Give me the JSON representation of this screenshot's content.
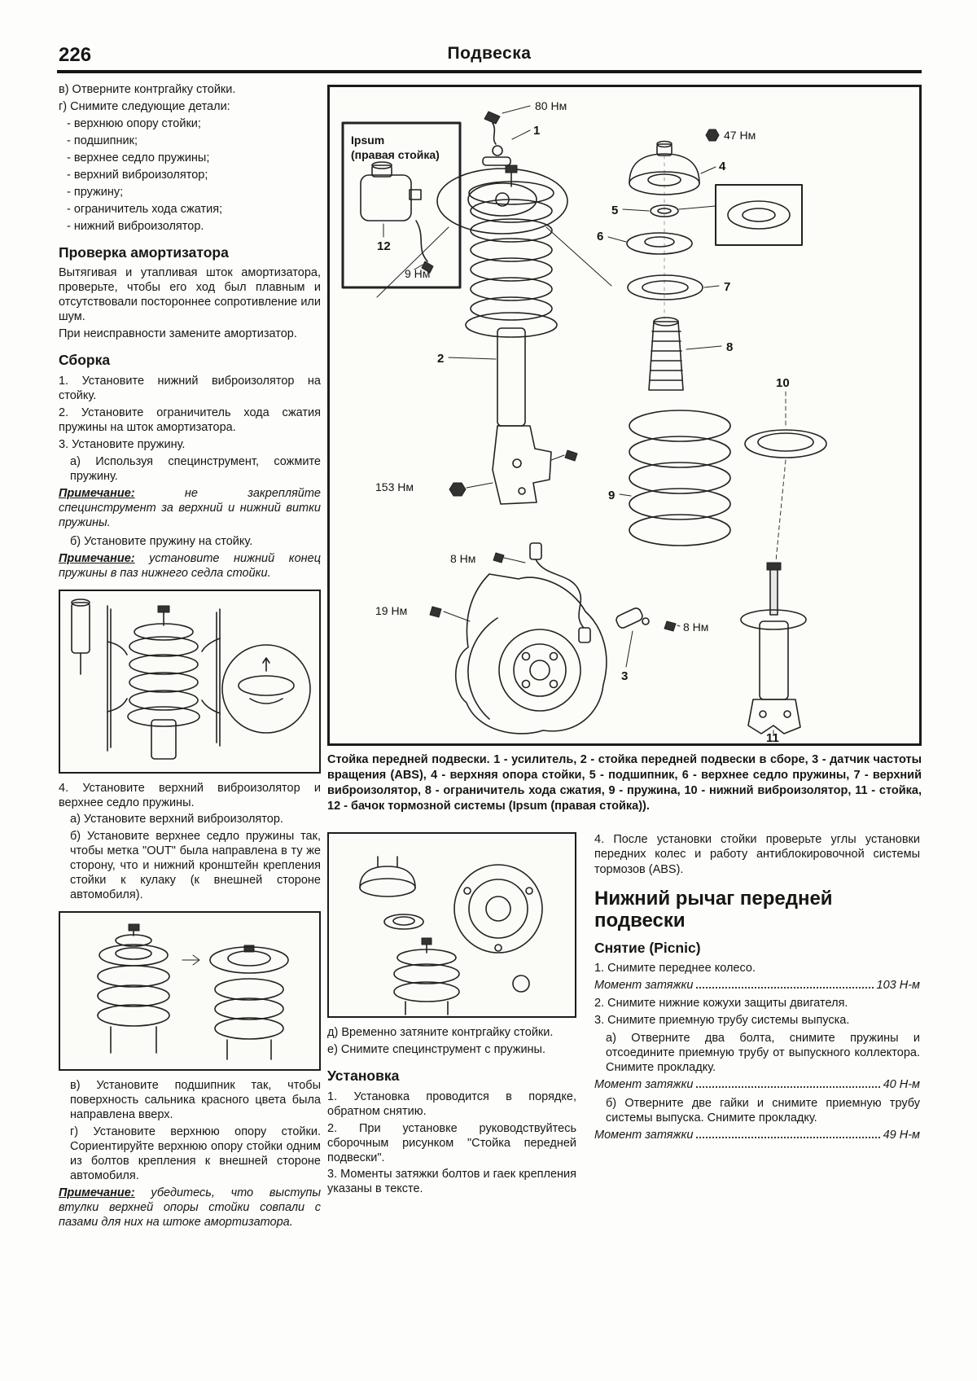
{
  "page": {
    "number": "226",
    "title": "Подвеска"
  },
  "left": {
    "intro": [
      "в) Отверните контргайку стойки.",
      "г) Снимите следующие детали:",
      "- верхнюю опору стойки;",
      "- подшипник;",
      "- верхнее седло пружины;",
      "- верхний виброизолятор;",
      "- пружину;",
      "- ограничитель хода сжатия;",
      "- нижний виброизолятор."
    ],
    "check_heading": "Проверка амортизатора",
    "check_p1": "Вытягивая и утапливая шток амортизатора, проверьте, чтобы его ход был плавным и отсутствовали постороннее сопротивление или шум.",
    "check_p2": "При неисправности замените амортизатор.",
    "assembly_heading": "Сборка",
    "step1": "1. Установите нижний виброизолятор на стойку.",
    "step2": "2. Установите ограничитель хода сжатия пружины на шток амортизатора.",
    "step3": "3. Установите пружину.",
    "step3a": "а) Используя специнструмент, сожмите пружину.",
    "note1_label": "Примечание:",
    "note1_text": " не закрепляйте специнструмент за верхний и нижний витки пружины.",
    "step3b": "б) Установите пружину на стойку.",
    "note2_label": "Примечание:",
    "note2_text": " установите нижний конец пружины в паз нижнего седла стойки.",
    "step4": "4. Установите верхний виброизолятор и верхнее седло пружины.",
    "step4a": "а) Установите верхний виброизолятор.",
    "step4b": "б) Установите верхнее седло пружины так, чтобы метка \"OUT\" была направлена в ту же сторону, что и нижний кронштейн крепления стойки к кулаку (к внешней стороне автомобиля).",
    "step4v": "в) Установите подшипник так, чтобы поверхность сальника красного цвета была направлена вверх.",
    "step4g": "г) Установите верхнюю опору стойки. Сориентируйте верхнюю опору стойки одним из болтов крепления к внешней стороне автомобиля.",
    "note3_label": "Примечание:",
    "note3_text": " убедитесь, что выступы втулки верхней опоры стойки совпали с пазами для них на штоке амортизатора."
  },
  "diagram": {
    "inset_title_1": "Ipsum",
    "inset_title_2": "(правая стойка)",
    "torques": {
      "t80": "80 Нм",
      "t47": "47 Нм",
      "t9": "9 Нм",
      "t153": "153 Нм",
      "t8a": "8 Нм",
      "t19": "19 Нм",
      "t8b": "8 Нм"
    },
    "parts": {
      "p1": "1",
      "p2": "2",
      "p3": "3",
      "p4": "4",
      "p5": "5",
      "p6": "6",
      "p7": "7",
      "p8": "8",
      "p9": "9",
      "p10": "10",
      "p11": "11",
      "p12": "12"
    },
    "caption": "Стойка передней подвески. 1 - усилитель, 2 - стойка передней подвески в сборе, 3 - датчик частоты вращения (ABS), 4 - верхняя опора стойки, 5 - подшипник, 6 - верхнее седло пружины, 7 - верхний виброизолятор, 8 - ограничитель хода сжатия, 9 - пружина, 10 - нижний виброизолятор, 11 - стойка, 12 - бачок тормозной системы (Ipsum (правая стойка))."
  },
  "middle": {
    "step_d": "д) Временно затяните контргайку стойки.",
    "step_e": "е) Снимите специнструмент с пружины.",
    "install_heading": "Установка",
    "install1": "1. Установка проводится в порядке, обратном снятию.",
    "install2": "2. При установке руководствуйтесь сборочным рисунком \"Стойка передней подвески\".",
    "install3": "3. Моменты затяжки болтов и гаек крепления указаны в тексте."
  },
  "right": {
    "step4_abs": "4. После установки стойки проверьте углы установки передних колес и работу антиблокировочной системы тормозов (ABS).",
    "section_heading": "Нижний рычаг передней подвески",
    "sub_heading": "Снятие (Picnic)",
    "r1": "1. Снимите переднее колесо.",
    "torque1_label": "Момент затяжки",
    "torque1_value": "103 Н-м",
    "r2": "2. Снимите нижние кожухи защиты двигателя.",
    "r3": "3. Снимите приемную трубу системы выпуска.",
    "r3a": "а) Отверните два болта, снимите пружины и отсоедините приемную трубу от выпускного коллектора. Снимите прокладку.",
    "torque2_label": "Момент затяжки",
    "torque2_value": "40 Н-м",
    "r3b": "б) Отверните две гайки и снимите приемную трубу системы выпуска. Снимите прокладку.",
    "torque3_label": "Момент затяжки",
    "torque3_value": "49 Н-м"
  }
}
